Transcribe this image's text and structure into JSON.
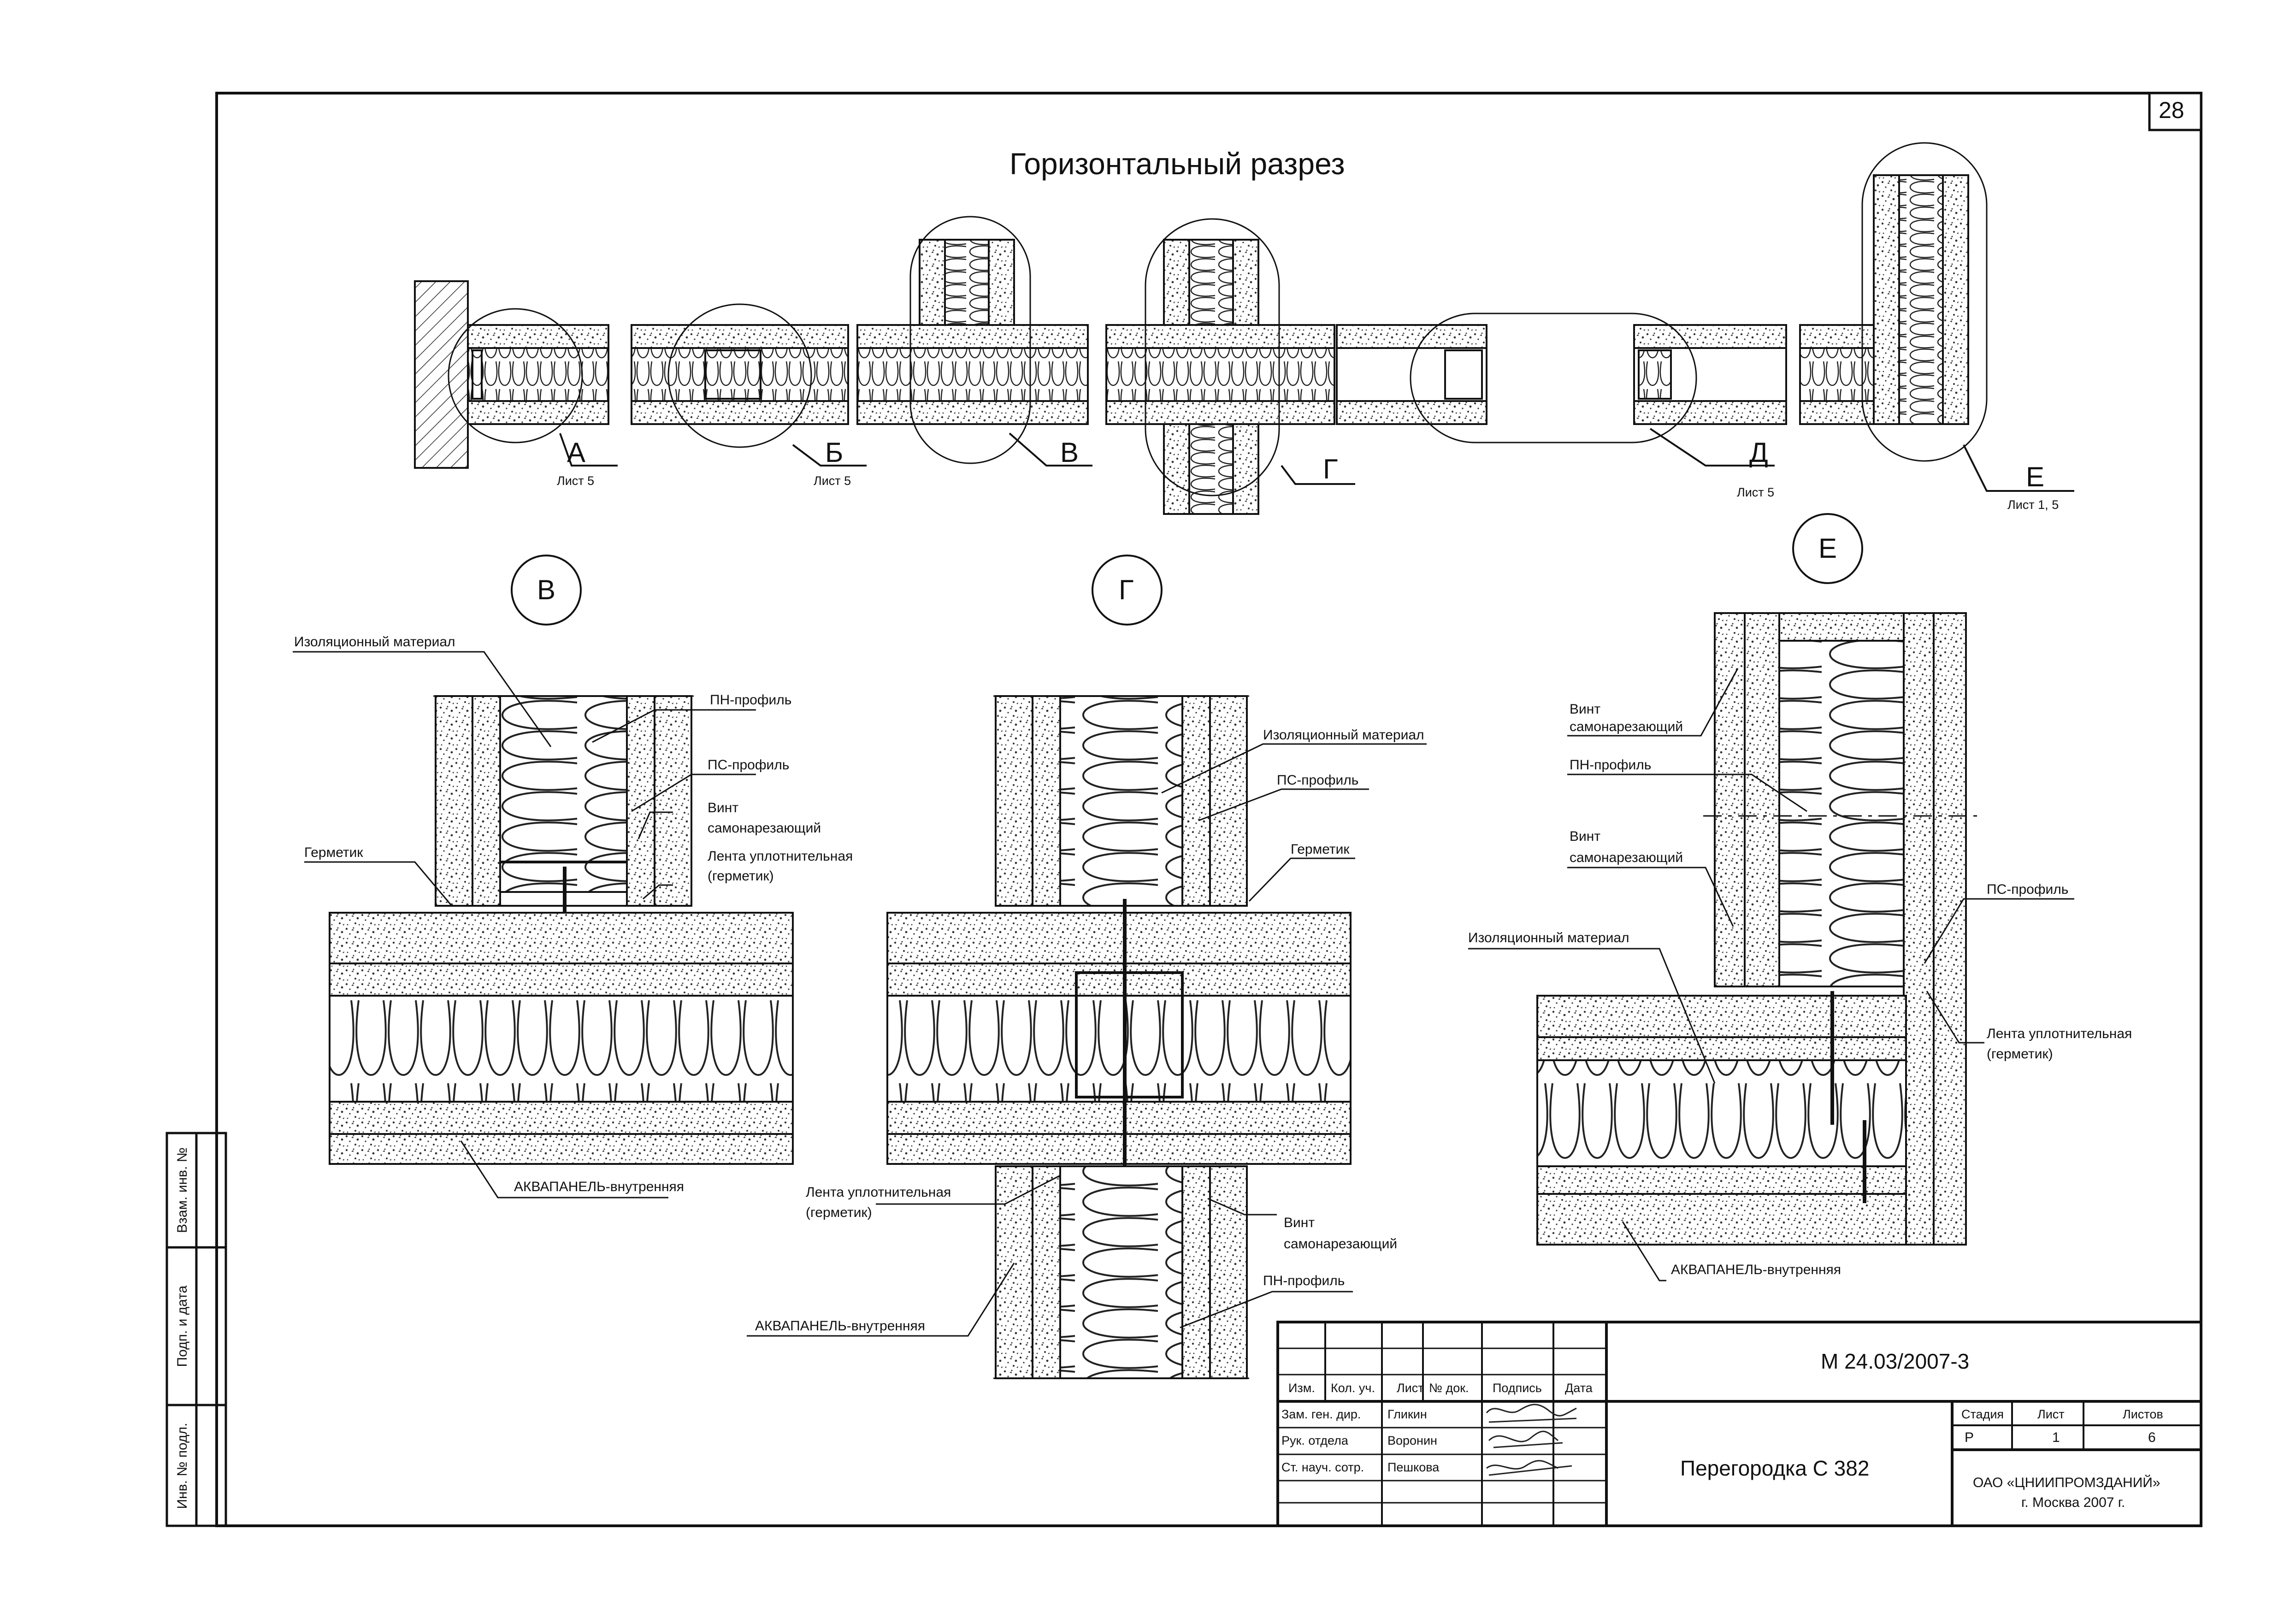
{
  "page_number": "28",
  "title": "Горизонтальный разрез",
  "section_marks": [
    {
      "letter": "А",
      "sheet": "Лист 5"
    },
    {
      "letter": "Б",
      "sheet": "Лист 5"
    },
    {
      "letter": "В",
      "sheet": ""
    },
    {
      "letter": "Г",
      "sheet": ""
    },
    {
      "letter": "Д",
      "sheet": "Лист 5"
    },
    {
      "letter": "Е",
      "sheet": "Лист 1, 5"
    }
  ],
  "details": {
    "v": {
      "mark": "В",
      "callouts": {
        "insulation": "Изоляционный материал",
        "pn_profile": "ПН-профиль",
        "ps_profile": "ПС-профиль",
        "screw_line1": "Винт",
        "screw_line2": "самонарезающий",
        "tape_line1": "Лента уплотнительная",
        "tape_line2": "(герметик)",
        "sealant": "Герметик",
        "aquapanel": "АКВАПАНЕЛЬ-внутренняя"
      }
    },
    "g": {
      "mark": "Г",
      "callouts": {
        "insulation": "Изоляционный материал",
        "ps_profile": "ПС-профиль",
        "sealant": "Герметик",
        "tape_line1": "Лента уплотнительная",
        "tape_line2": "(герметик)",
        "screw_line1": "Винт",
        "screw_line2": "самонарезающий",
        "pn_profile": "ПН-профиль",
        "aquapanel": "АКВАПАНЕЛЬ-внутренняя"
      }
    },
    "e": {
      "mark": "Е",
      "callouts": {
        "screw_a_line1": "Винт",
        "screw_a_line2": "самонарезающий",
        "pn_profile": "ПН-профиль",
        "screw_b_line1": "Винт",
        "screw_b_line2": "самонарезающий",
        "ps_profile": "ПС-профиль",
        "insulation": "Изоляционный материал",
        "tape_line1": "Лента уплотнительная",
        "tape_line2": "(герметик)",
        "aquapanel": "АКВАПАНЕЛЬ-внутренняя"
      }
    }
  },
  "side_stamp": {
    "vzam": "Взам. инв. №",
    "podp": "Подп. и дата",
    "inv": "Инв. № подл."
  },
  "title_block": {
    "code": "М 24.03/2007-3",
    "headers": [
      "Изм.",
      "Кол. уч.",
      "Лист",
      "№ док.",
      "Подпись",
      "Дата"
    ],
    "people": [
      {
        "role": "Зам. ген. дир.",
        "name": "Гликин"
      },
      {
        "role": "Рук. отдела",
        "name": "Воронин"
      },
      {
        "role": "Ст. науч. сотр.",
        "name": "Пешкова"
      }
    ],
    "name": "Перегородка С 382",
    "stage_header": "Стадия",
    "sheet_header": "Лист",
    "sheets_header": "Листов",
    "stage": "Р",
    "sheet": "1",
    "sheets": "6",
    "org_line1": "ОАО «ЦНИИПРОМЗДАНИЙ»",
    "org_line2": "г. Москва 2007 г."
  }
}
